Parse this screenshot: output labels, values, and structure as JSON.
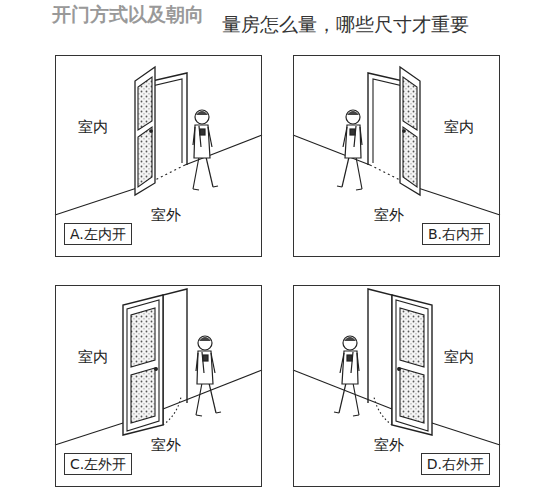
{
  "diagram": {
    "title": "量房怎么量，哪些尺寸才重要",
    "nodes": [
      {
        "text": [
          "室内",
          "室外"
        ]
      },
      {
        "text": [
          "A.左内开"
        ],
        "in": 0
      },
      {
        "text": [
          "室内",
          "室外"
        ]
      },
      {
        "text": [
          "B.右内开"
        ],
        "in": 2
      },
      {
        "text": [
          "室内",
          "室外"
        ]
      },
      {
        "text": [
          "C.左外开"
        ],
        "in": 4
      },
      {
        "text": [
          "室内",
          "室外"
        ]
      },
      {
        "text": [
          "D.右外开"
        ],
        "in": 6
      }
    ],
    "labels": [
      "开门方式以及朝向"
    ]
  }
}
